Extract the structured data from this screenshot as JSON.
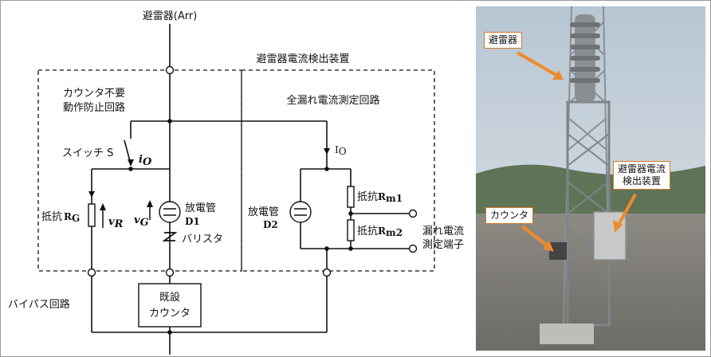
{
  "diagram": {
    "arrester_top": "避雷器(Arr)",
    "device_title": "避雷器電流検出装置",
    "left_block_title_1": "カウンタ不要",
    "left_block_title_2": "動作防止回路",
    "right_block_title": "全漏れ電流測定回路",
    "switch_label": "スイッチ S",
    "current_io_italic": "i",
    "current_io_sub": "O",
    "current_Io": "I",
    "current_Io_sub": "O",
    "resistor_rg_label": "抵抗",
    "resistor_rg_symbol": "R",
    "resistor_rg_sub": "G",
    "voltage_vr": "v",
    "voltage_vr_sub": "R",
    "voltage_vg": "v",
    "voltage_vg_sub": "G",
    "tube_d1_label": "放電管",
    "tube_d1_id": "D1",
    "varistor_label": "バリスタ",
    "tube_d2_label": "放電管",
    "tube_d2_id": "D2",
    "rm1_label": "抵抗",
    "rm1_symbol": "R",
    "rm1_sub": "m1",
    "rm2_label": "抵抗",
    "rm2_symbol": "R",
    "rm2_sub": "m2",
    "terminal_label_1": "漏れ電流",
    "terminal_label_2": "測定端子",
    "bypass_label": "バイパス回路",
    "counter_label_1": "既設",
    "counter_label_2": "カウンタ"
  },
  "photo": {
    "arrester_label": "避雷器",
    "device_label_1": "避雷器電流",
    "device_label_2": "検出装置",
    "counter_label": "カウンタ",
    "arrow_color": "#ef8a2c"
  }
}
